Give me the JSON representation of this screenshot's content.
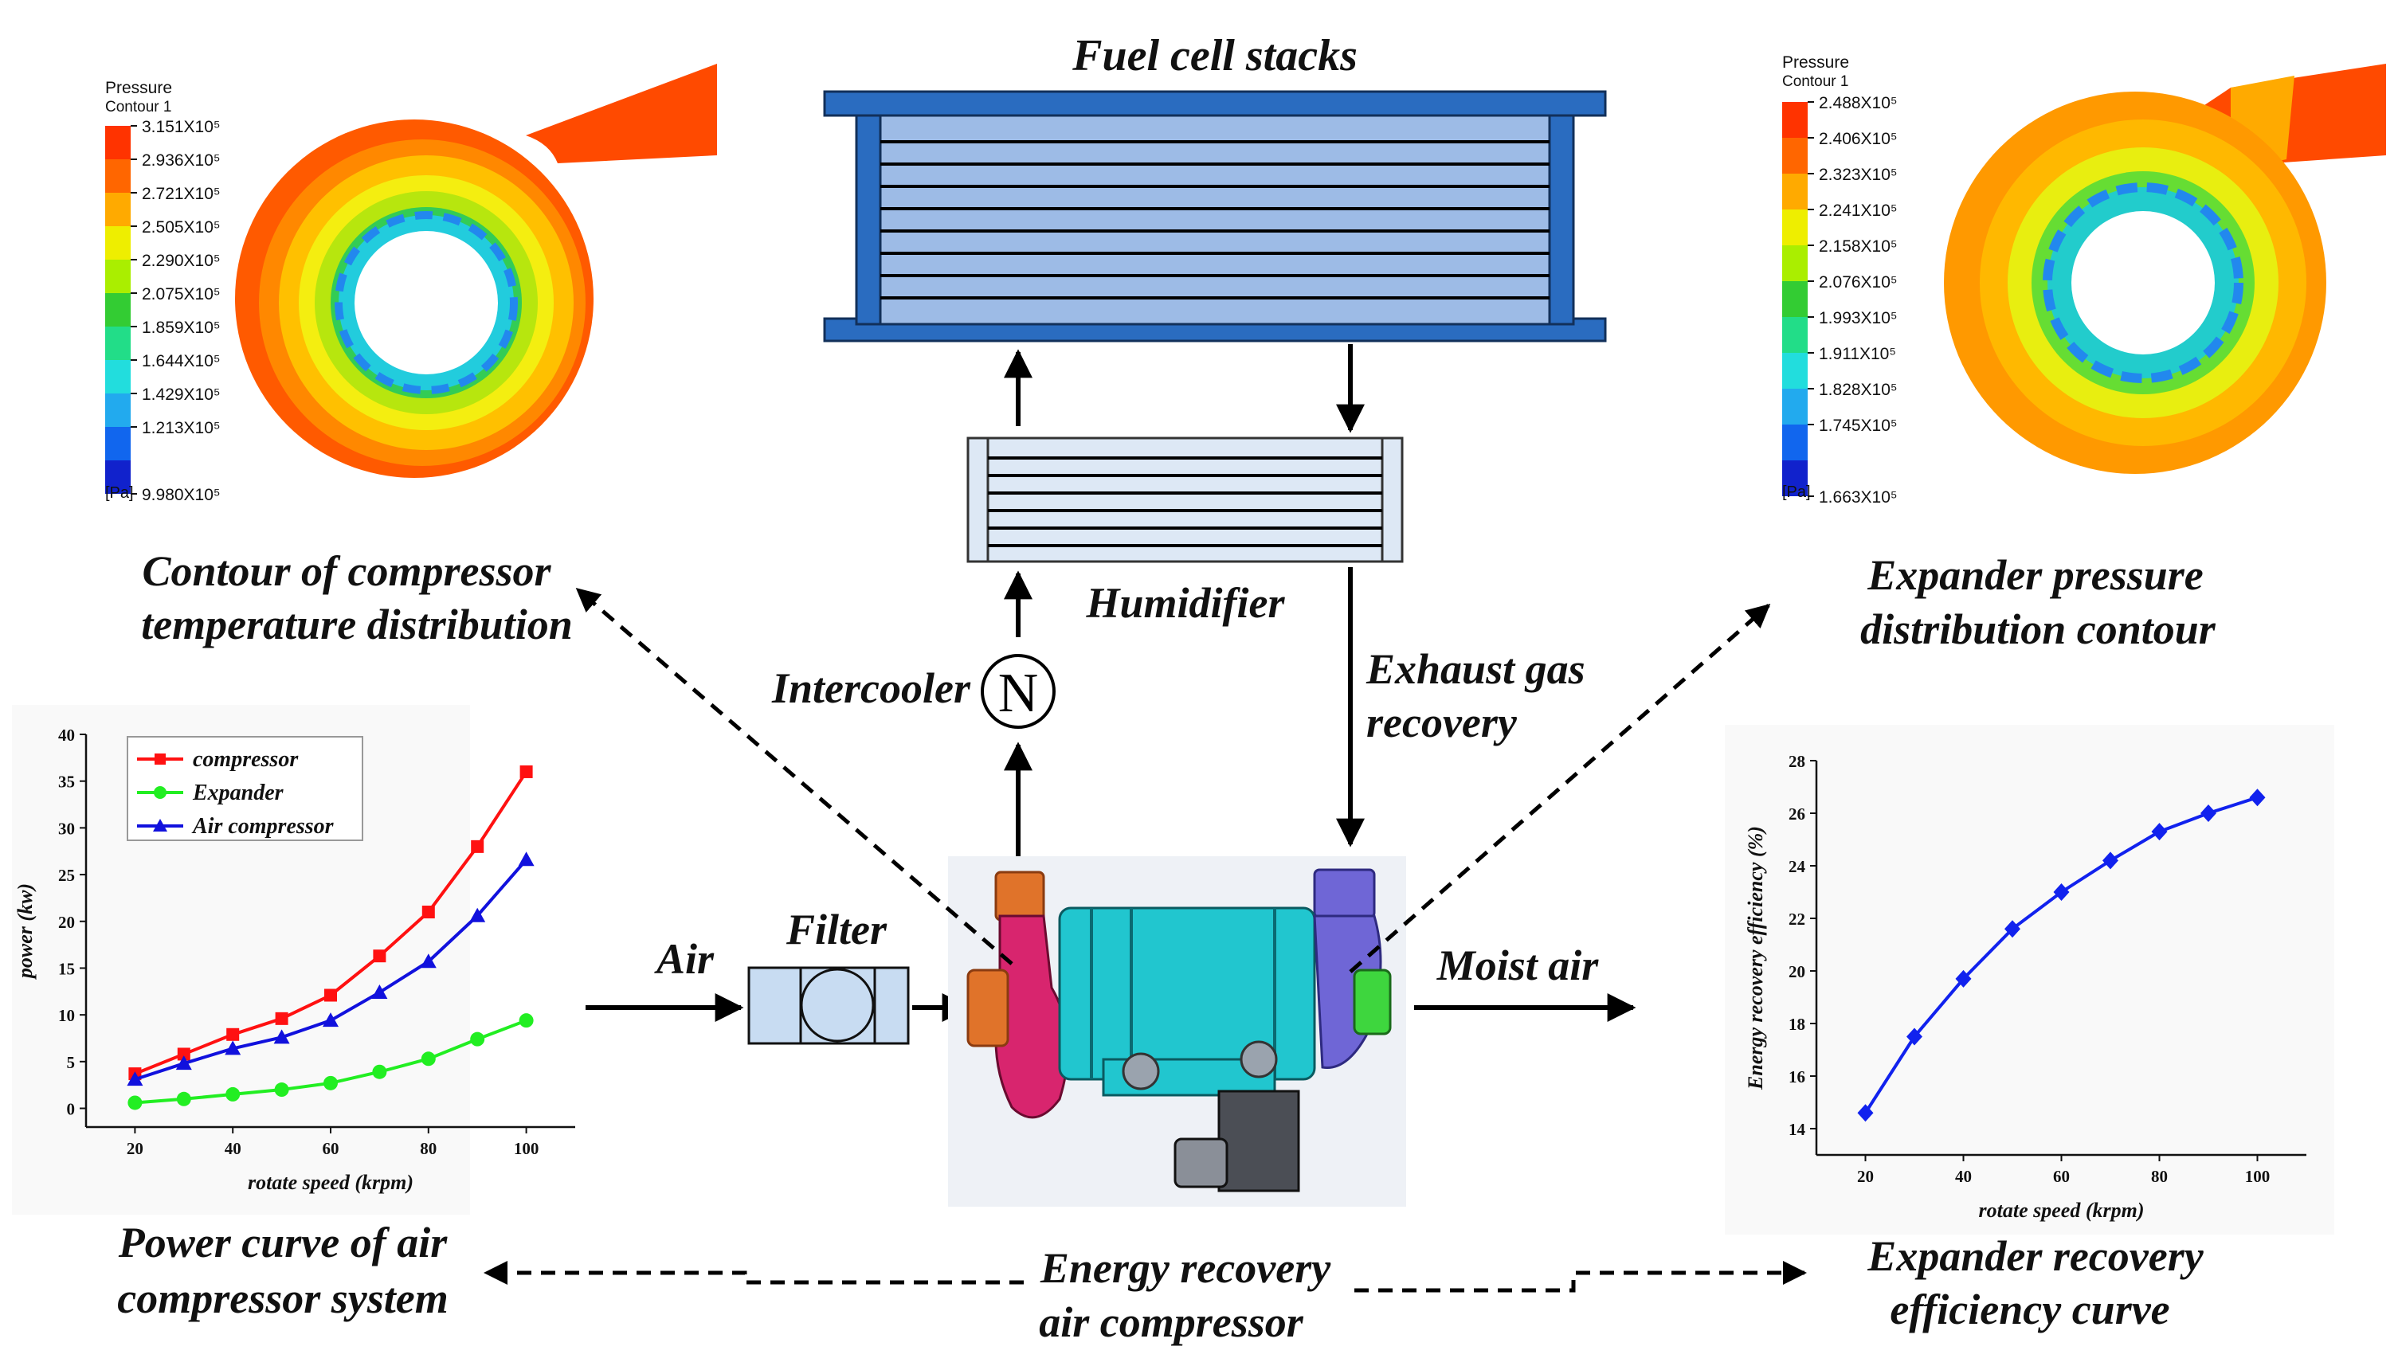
{
  "labels": {
    "fuel_cell_stacks": "Fuel cell stacks",
    "humidifier": "Humidifier",
    "intercooler": "Intercooler",
    "intercooler_symbol": "N",
    "exhaust_line1": "Exhaust gas",
    "exhaust_line2": "recovery",
    "air": "Air",
    "filter": "Filter",
    "moist_air": "Moist air",
    "compressor_contour_line1": "Contour of compressor",
    "compressor_contour_line2": "temperature distribution",
    "expander_contour_line1": "Expander pressure",
    "expander_contour_line2": "distribution contour",
    "power_curve_line1": "Power curve of air",
    "power_curve_line2": "compressor system",
    "energy_recovery_line1": "Energy recovery",
    "energy_recovery_line2": "air compressor",
    "expander_eff_line1": "Expander recovery",
    "expander_eff_line2": "efficiency curve"
  },
  "compressor_contour": {
    "title_line1": "Pressure",
    "title_line2": "Contour 1",
    "unit": "[Pa]",
    "levels": [
      "3.151X10⁵",
      "2.936X10⁵",
      "2.721X10⁵",
      "2.505X10⁵",
      "2.290X10⁵",
      "2.075X10⁵",
      "1.859X10⁵",
      "1.644X10⁵",
      "1.429X10⁵",
      "1.213X10⁵",
      "9.980X10⁵"
    ],
    "colors": [
      "#ff3300",
      "#ff6600",
      "#ffaa00",
      "#eeee00",
      "#aaee00",
      "#33cc33",
      "#22dd88",
      "#22dddd",
      "#22aaee",
      "#1166ee",
      "#1122cc"
    ]
  },
  "expander_contour": {
    "title_line1": "Pressure",
    "title_line2": "Contour 1",
    "unit": "[Pa]",
    "levels": [
      "2.488X10⁵",
      "2.406X10⁵",
      "2.323X10⁵",
      "2.241X10⁵",
      "2.158X10⁵",
      "2.076X10⁵",
      "1.993X10⁵",
      "1.911X10⁵",
      "1.828X10⁵",
      "1.745X10⁵",
      "1.663X10⁵"
    ],
    "colors": [
      "#ff3300",
      "#ff6600",
      "#ffaa00",
      "#eeee00",
      "#aaee00",
      "#33cc33",
      "#22dd88",
      "#22dddd",
      "#22aaee",
      "#1166ee",
      "#1122cc"
    ]
  },
  "chart_data": [
    {
      "type": "line",
      "xlabel": "rotate speed (krpm)",
      "ylabel": "power (kw)",
      "x": [
        20,
        30,
        40,
        50,
        60,
        70,
        80,
        90,
        100
      ],
      "xlim": [
        10,
        110
      ],
      "ylim": [
        -2,
        40
      ],
      "xticks": [
        20,
        40,
        60,
        80,
        100
      ],
      "yticks": [
        0,
        5,
        10,
        15,
        20,
        25,
        30,
        35,
        40
      ],
      "legend_position": "top-left",
      "series": [
        {
          "name": "compressor",
          "color": "#ff1111",
          "marker": "square",
          "values": [
            3.7,
            5.8,
            7.9,
            9.6,
            12.1,
            16.3,
            21.0,
            28.0,
            36.0
          ]
        },
        {
          "name": "Expander",
          "color": "#22ee22",
          "marker": "circle",
          "values": [
            0.6,
            1.0,
            1.5,
            2.0,
            2.7,
            3.9,
            5.3,
            7.4,
            9.4
          ]
        },
        {
          "name": "Air compressor",
          "color": "#1111dd",
          "marker": "triangle",
          "values": [
            3.1,
            4.8,
            6.4,
            7.6,
            9.4,
            12.4,
            15.7,
            20.6,
            26.6
          ]
        }
      ]
    },
    {
      "type": "line",
      "xlabel": "rotate speed (krpm)",
      "ylabel": "Energy recovery efficiency (%)",
      "x": [
        20,
        30,
        40,
        50,
        60,
        70,
        80,
        90,
        100
      ],
      "xlim": [
        10,
        110
      ],
      "ylim": [
        13,
        28
      ],
      "xticks": [
        20,
        40,
        60,
        80,
        100
      ],
      "yticks": [
        14,
        16,
        18,
        20,
        22,
        24,
        26,
        28
      ],
      "series": [
        {
          "color": "#1122ee",
          "marker": "diamond",
          "values": [
            14.6,
            17.5,
            19.7,
            21.6,
            23.0,
            24.2,
            25.3,
            26.0,
            26.6
          ]
        }
      ]
    }
  ]
}
